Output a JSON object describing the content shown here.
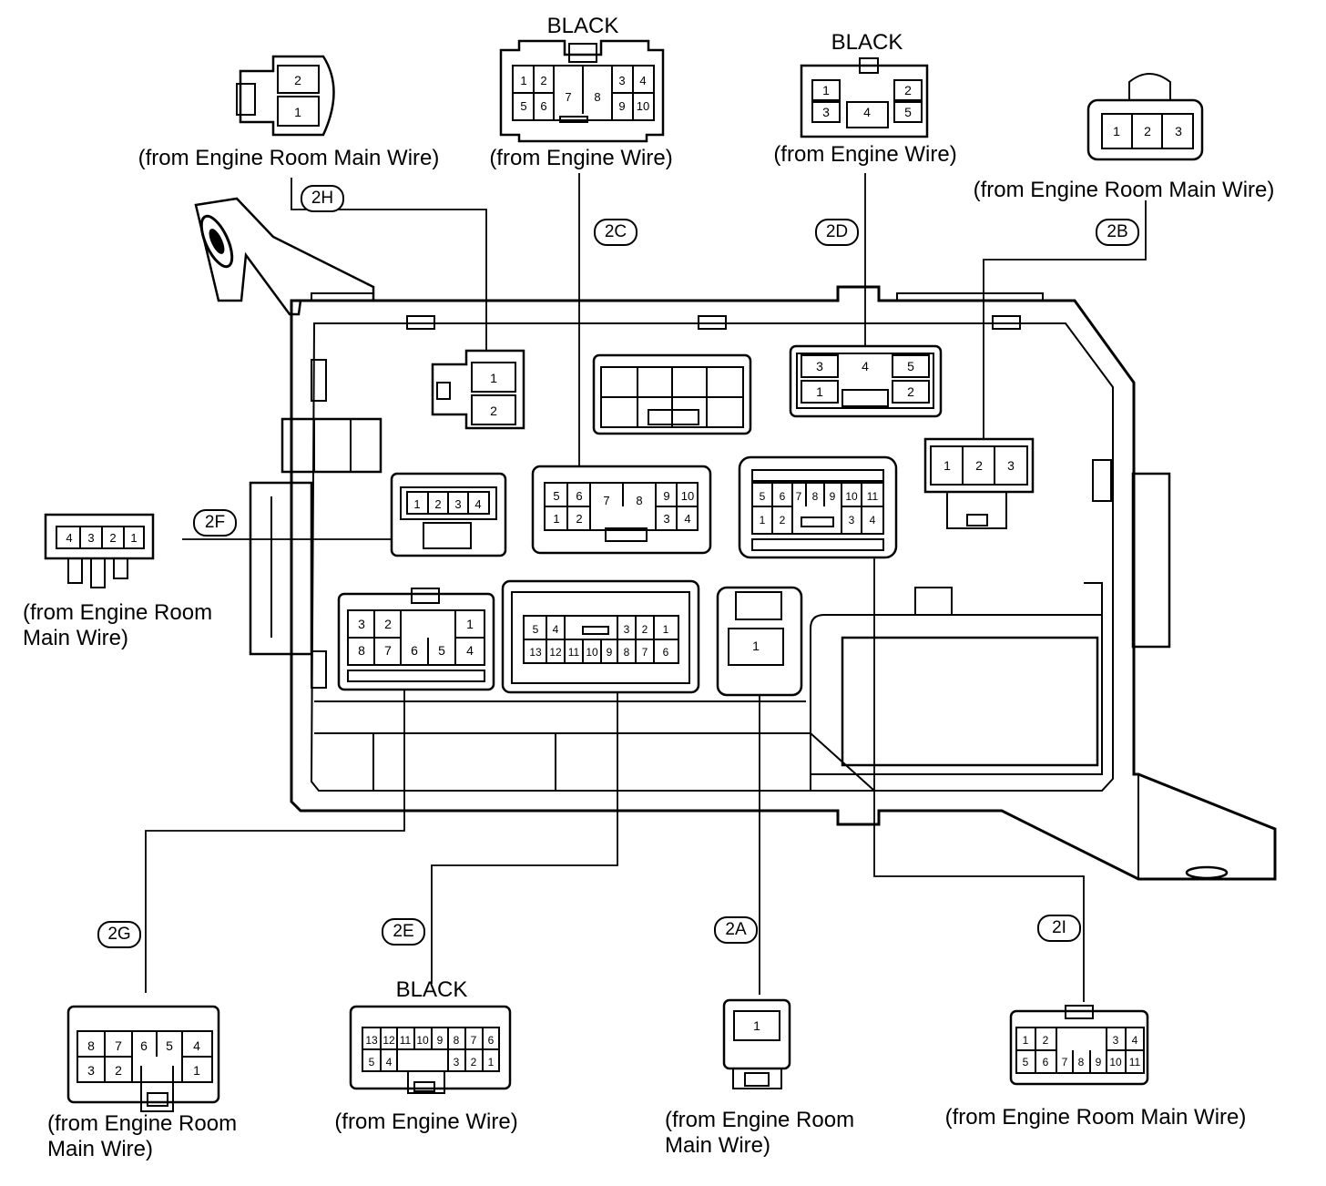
{
  "connectors": {
    "2H": {
      "tag": "2H",
      "color": "",
      "source": "(from Engine Room Main Wire)",
      "pins": [
        "2",
        "1"
      ]
    },
    "2C": {
      "tag": "2C",
      "color": "BLACK",
      "source": "(from Engine Wire)",
      "pins": [
        "1",
        "2",
        "3",
        "4",
        "5",
        "6",
        "7",
        "8",
        "9",
        "10"
      ]
    },
    "2D": {
      "tag": "2D",
      "color": "BLACK",
      "source": "(from Engine Wire)",
      "pins": [
        "1",
        "2",
        "3",
        "4",
        "5"
      ]
    },
    "2B": {
      "tag": "2B",
      "color": "",
      "source": "(from Engine Room Main Wire)",
      "pins": [
        "1",
        "2",
        "3"
      ]
    },
    "2F": {
      "tag": "2F",
      "color": "",
      "source": "(from Engine Room\nMain Wire)",
      "pins": [
        "4",
        "3",
        "2",
        "1"
      ]
    },
    "2G": {
      "tag": "2G",
      "color": "",
      "source": "(from Engine Room\nMain Wire)",
      "pins": [
        "8",
        "7",
        "6",
        "5",
        "4",
        "3",
        "2",
        "1"
      ]
    },
    "2E": {
      "tag": "2E",
      "color": "BLACK",
      "source": "(from Engine Wire)",
      "pins": [
        "13",
        "12",
        "11",
        "10",
        "9",
        "8",
        "7",
        "6",
        "5",
        "4",
        "3",
        "2",
        "1"
      ]
    },
    "2A": {
      "tag": "2A",
      "color": "",
      "source": "(from Engine Room\nMain Wire)",
      "pins": [
        "1"
      ]
    },
    "2I": {
      "tag": "2I",
      "color": "",
      "source": "(from Engine Room Main Wire)",
      "pins": [
        "1",
        "2",
        "3",
        "4",
        "5",
        "6",
        "7",
        "8",
        "9",
        "10",
        "11"
      ]
    }
  },
  "colors": {
    "line": "#000000",
    "background": "#ffffff"
  }
}
